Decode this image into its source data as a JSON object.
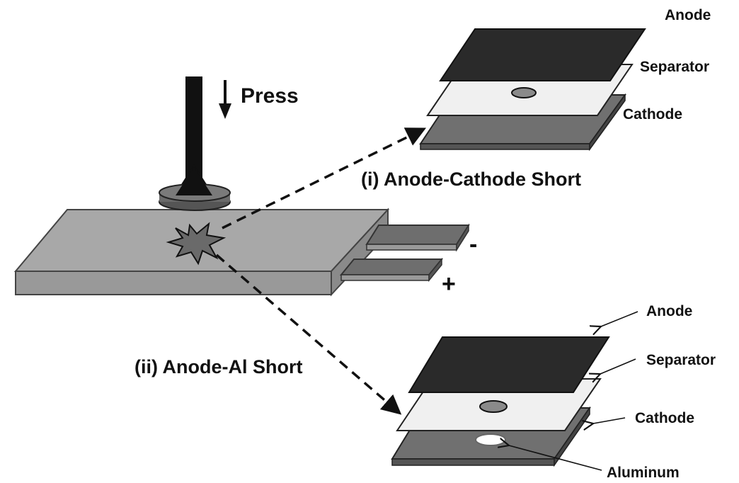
{
  "labels": {
    "press": "Press",
    "short_i": "(i) Anode-Cathode Short",
    "short_ii": "(ii) Anode-Al Short",
    "minus": "-",
    "plus": "+",
    "top_anode": "Anode",
    "top_separator": "Separator",
    "top_cathode": "Cathode",
    "bot_anode": "Anode",
    "bot_separator": "Separator",
    "bot_cathode": "Cathode",
    "bot_aluminum": "Aluminum"
  },
  "colors": {
    "anode": "#2a2a2a",
    "separator": "#f0f0f0",
    "cathode": "#707070",
    "cell_top": "#a8a8a8",
    "cell_side": "#909090",
    "press": "#111111"
  }
}
